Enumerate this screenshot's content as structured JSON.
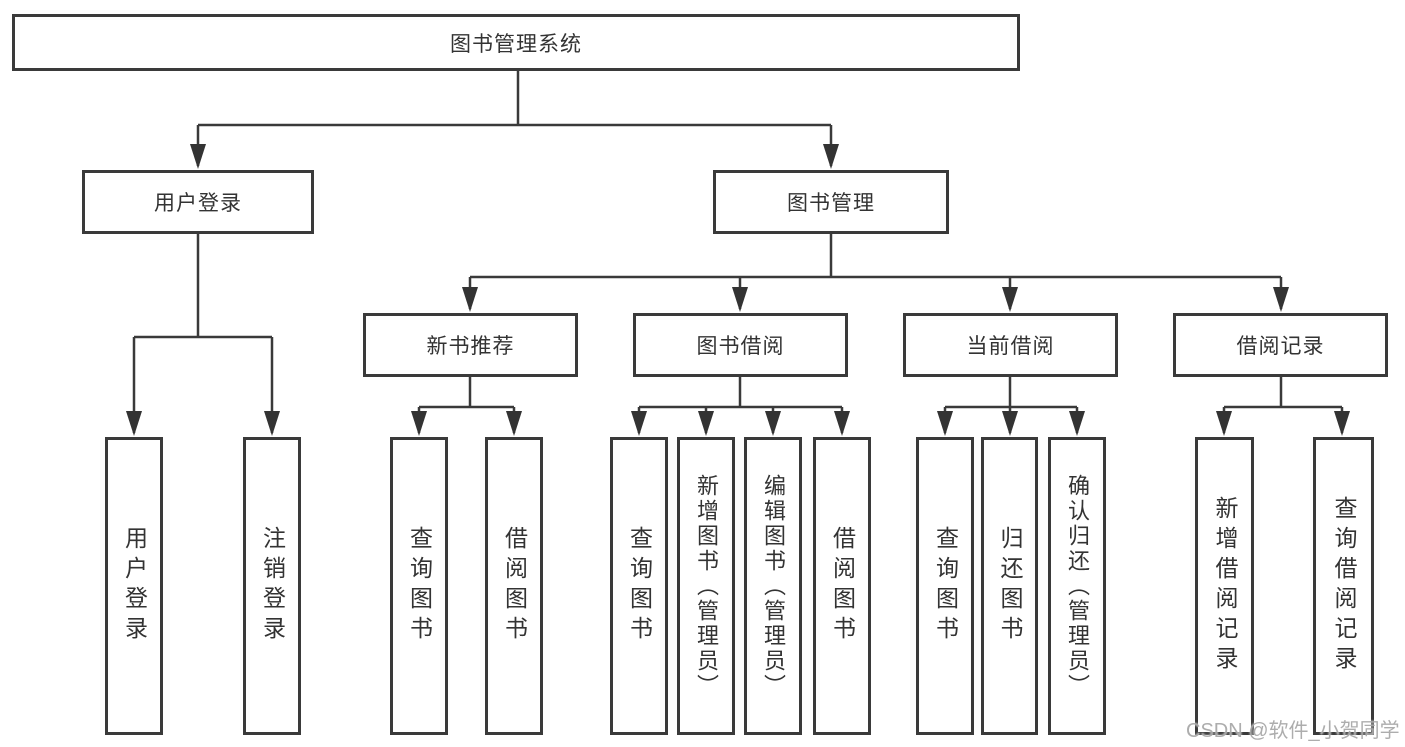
{
  "colors": {
    "box_border": "#3a3a3a",
    "connector": "#3a3a3a",
    "text": "#333333",
    "watermark": "#a4a4a4",
    "background": "#ffffff"
  },
  "watermark": "CSDN @软件_小贺同学",
  "nodes": {
    "root": {
      "label": "图书管理系统"
    },
    "user_login": {
      "label": "用户登录"
    },
    "book_mgmt": {
      "label": "图书管理"
    },
    "login": {
      "label": "用户登录"
    },
    "logout": {
      "label": "注销登录"
    },
    "new_rec": {
      "label": "新书推荐"
    },
    "book_borrow": {
      "label": "图书借阅"
    },
    "current_borrow": {
      "label": "当前借阅"
    },
    "borrow_records": {
      "label": "借阅记录"
    },
    "rec_query": {
      "label": "查询图书"
    },
    "rec_borrow": {
      "label": "借阅图书"
    },
    "bb_query": {
      "label": "查询图书"
    },
    "bb_add": {
      "label": "新增图书（管理员）"
    },
    "bb_edit": {
      "label": "编辑图书（管理员）"
    },
    "bb_borrow": {
      "label": "借阅图书"
    },
    "cb_query": {
      "label": "查询图书"
    },
    "cb_return": {
      "label": "归还图书"
    },
    "cb_confirm": {
      "label": "确认归还（管理员）"
    },
    "br_add": {
      "label": "新增借阅记录"
    },
    "br_query": {
      "label": "查询借阅记录"
    }
  },
  "hierarchy": {
    "root": [
      "user_login",
      "book_mgmt"
    ],
    "user_login": [
      "login",
      "logout"
    ],
    "book_mgmt": [
      "new_rec",
      "book_borrow",
      "current_borrow",
      "borrow_records"
    ],
    "new_rec": [
      "rec_query",
      "rec_borrow"
    ],
    "book_borrow": [
      "bb_query",
      "bb_add",
      "bb_edit",
      "bb_borrow"
    ],
    "current_borrow": [
      "cb_query",
      "cb_return",
      "cb_confirm"
    ],
    "borrow_records": [
      "br_add",
      "br_query"
    ]
  }
}
